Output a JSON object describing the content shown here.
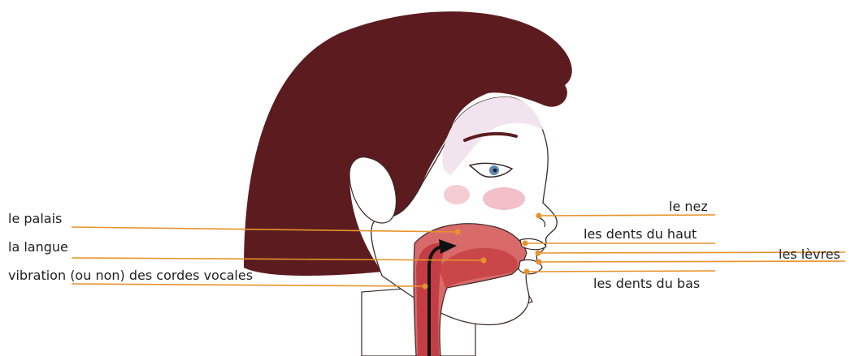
{
  "colors": {
    "hair": "#5c1c1f",
    "skin": "#ffffff",
    "skin_shadow": "#f1e4ee",
    "cheek": "#efaab7",
    "outline": "#3a2a2a",
    "mouth_cavity": "#d96a6a",
    "tongue": "#c94748",
    "throat": "#c23e44",
    "airflow_arrow": "#111111",
    "iris": "#5b87b4",
    "leader_line": "#e8922a"
  },
  "labels": {
    "palate": "le palais",
    "tongue": "la langue",
    "vocal_cords": "vibration (ou non) des cordes vocales",
    "nose": "le nez",
    "upper_teeth": "les dents du haut",
    "lips": "les lèvres",
    "lower_teeth": "les dents du bas"
  }
}
